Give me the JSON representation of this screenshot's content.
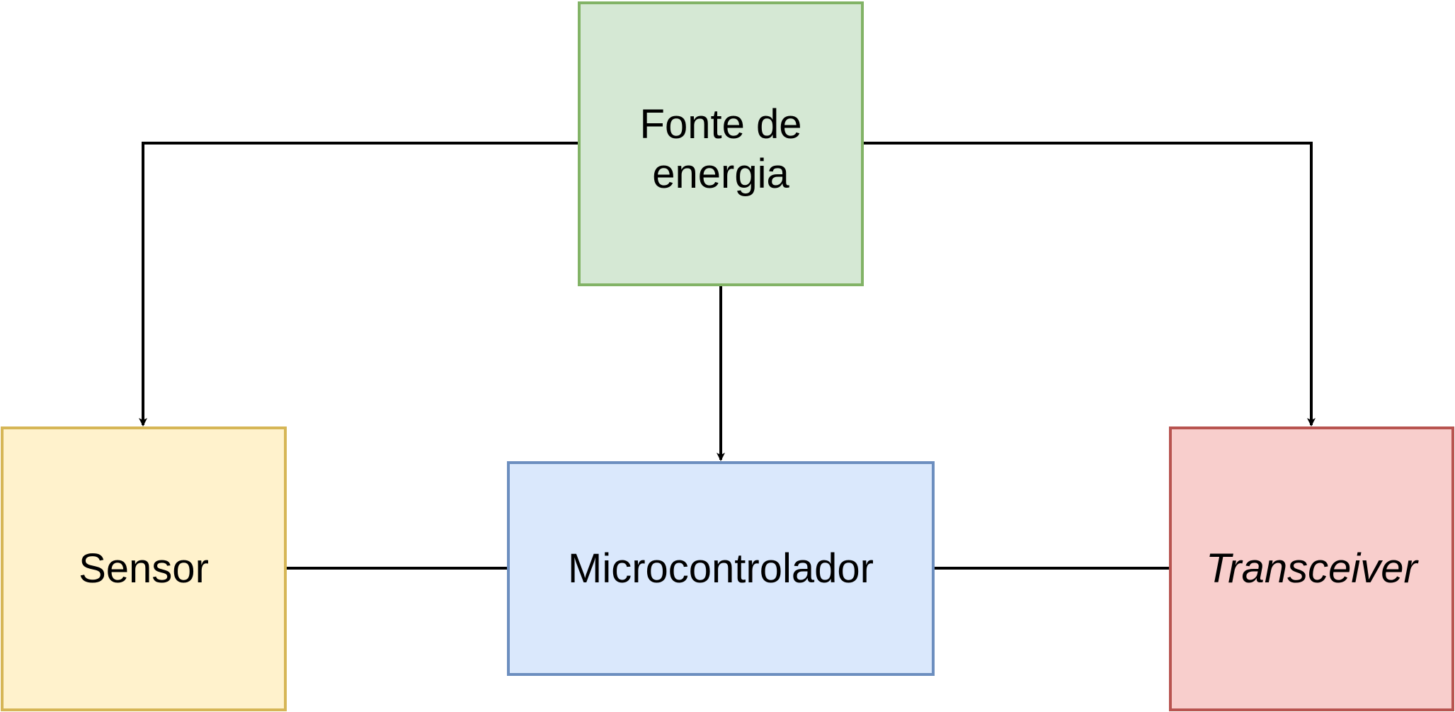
{
  "diagram": {
    "nodes": {
      "power": {
        "label": "Fonte de energia",
        "fill": "#d5e8d4",
        "stroke": "#82b366"
      },
      "sensor": {
        "label": "Sensor",
        "fill": "#fff2cc",
        "stroke": "#d6b656"
      },
      "mcu": {
        "label": "Microcontrolador",
        "fill": "#dae8fc",
        "stroke": "#6c8ebf"
      },
      "transceiver": {
        "label": "Transceiver",
        "fill": "#f8cecc",
        "stroke": "#b85450"
      }
    },
    "edges": [
      {
        "from": "power",
        "to": "sensor",
        "arrow": true
      },
      {
        "from": "power",
        "to": "mcu",
        "arrow": true
      },
      {
        "from": "power",
        "to": "transceiver",
        "arrow": true
      },
      {
        "from": "sensor",
        "to": "mcu",
        "arrow": false
      },
      {
        "from": "mcu",
        "to": "transceiver",
        "arrow": false
      }
    ],
    "line_color": "#000000"
  }
}
